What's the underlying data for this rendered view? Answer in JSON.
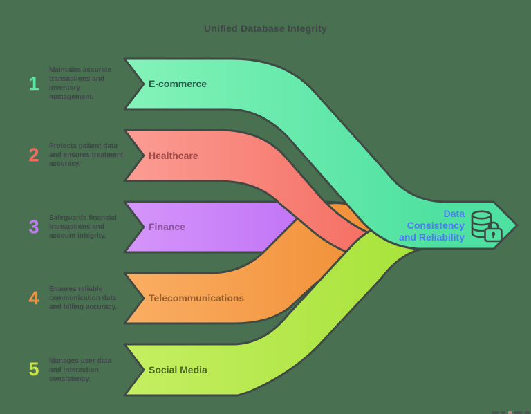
{
  "title": "Unified Database Integrity",
  "canvas": {
    "background_color": "#497050",
    "outline_color": "#3E4A43"
  },
  "items": [
    {
      "number": "1",
      "number_color": "#5BE4A6",
      "description": "Maintains accurate transactions and inventory management.",
      "label": "E-commerce",
      "label_color": "#2F5F4C",
      "band_gradient": [
        "#84F3B9",
        "#4FE1A1"
      ]
    },
    {
      "number": "2",
      "number_color": "#F26B5E",
      "description": "Protects patient data and ensures treatment accuracy.",
      "label": "Healthcare",
      "label_color": "#9C4A4A",
      "band_gradient": [
        "#FB9D94",
        "#F4685C"
      ]
    },
    {
      "number": "3",
      "number_color": "#BE7BF0",
      "description": "Safeguards financial transactions and account integrity.",
      "label": "Finance",
      "label_color": "#8A54A0",
      "band_gradient": [
        "#D596FB",
        "#B761F3"
      ]
    },
    {
      "number": "4",
      "number_color": "#F2913D",
      "description": "Ensures reliable communication data and billing accuracy.",
      "label": "Telecommunications",
      "label_color": "#965E2C",
      "band_gradient": [
        "#FAAE63",
        "#F08D33"
      ]
    },
    {
      "number": "5",
      "number_color": "#CBE34B",
      "description": "Manages user data and interaction consistency.",
      "label": "Social Media",
      "label_color": "#47661E",
      "band_gradient": [
        "#C5EF62",
        "#A4E136"
      ]
    }
  ],
  "result": {
    "lines": [
      "Data",
      "Consistency",
      "and Reliability"
    ],
    "text_color": "#5078FA",
    "icons": [
      "database-icon",
      "lock-icon"
    ]
  }
}
